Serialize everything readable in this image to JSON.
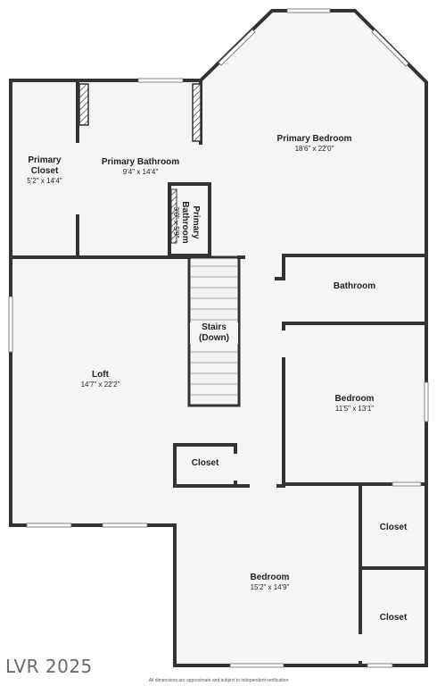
{
  "rooms": {
    "primary_bedroom": {
      "name": "Primary Bedroom",
      "dims": "18'6\" x 22'0\""
    },
    "primary_closet": {
      "name_line1": "Primary",
      "name_line2": "Closet",
      "dims": "5'2\" x 14'4\""
    },
    "primary_bathroom": {
      "name": "Primary Bathroom",
      "dims": "9'4\" x 14'4\""
    },
    "primary_bathroom_small": {
      "name_line1": "Primary",
      "name_line2": "Bathroom",
      "dims": "3'0\" x 5'9\""
    },
    "stairs": {
      "name_line1": "Stairs",
      "name_line2": "(Down)"
    },
    "loft": {
      "name": "Loft",
      "dims": "14'7\" x 22'2\""
    },
    "bathroom": {
      "name": "Bathroom"
    },
    "bedroom_east": {
      "name": "Bedroom",
      "dims": "11'5\" x 13'1\""
    },
    "closet_loft": {
      "name": "Closet"
    },
    "bedroom_south": {
      "name": "Bedroom",
      "dims": "15'2\" x 14'9\""
    },
    "closet_upper": {
      "name": "Closet"
    },
    "closet_lower": {
      "name": "Closet"
    }
  },
  "watermark": "LVR 2025",
  "disclaimer": "All dimensions are approximate and subject to independent verification",
  "colors": {
    "wall": "#333333",
    "floor": "#f5f5f5",
    "window": "#ffffff"
  }
}
